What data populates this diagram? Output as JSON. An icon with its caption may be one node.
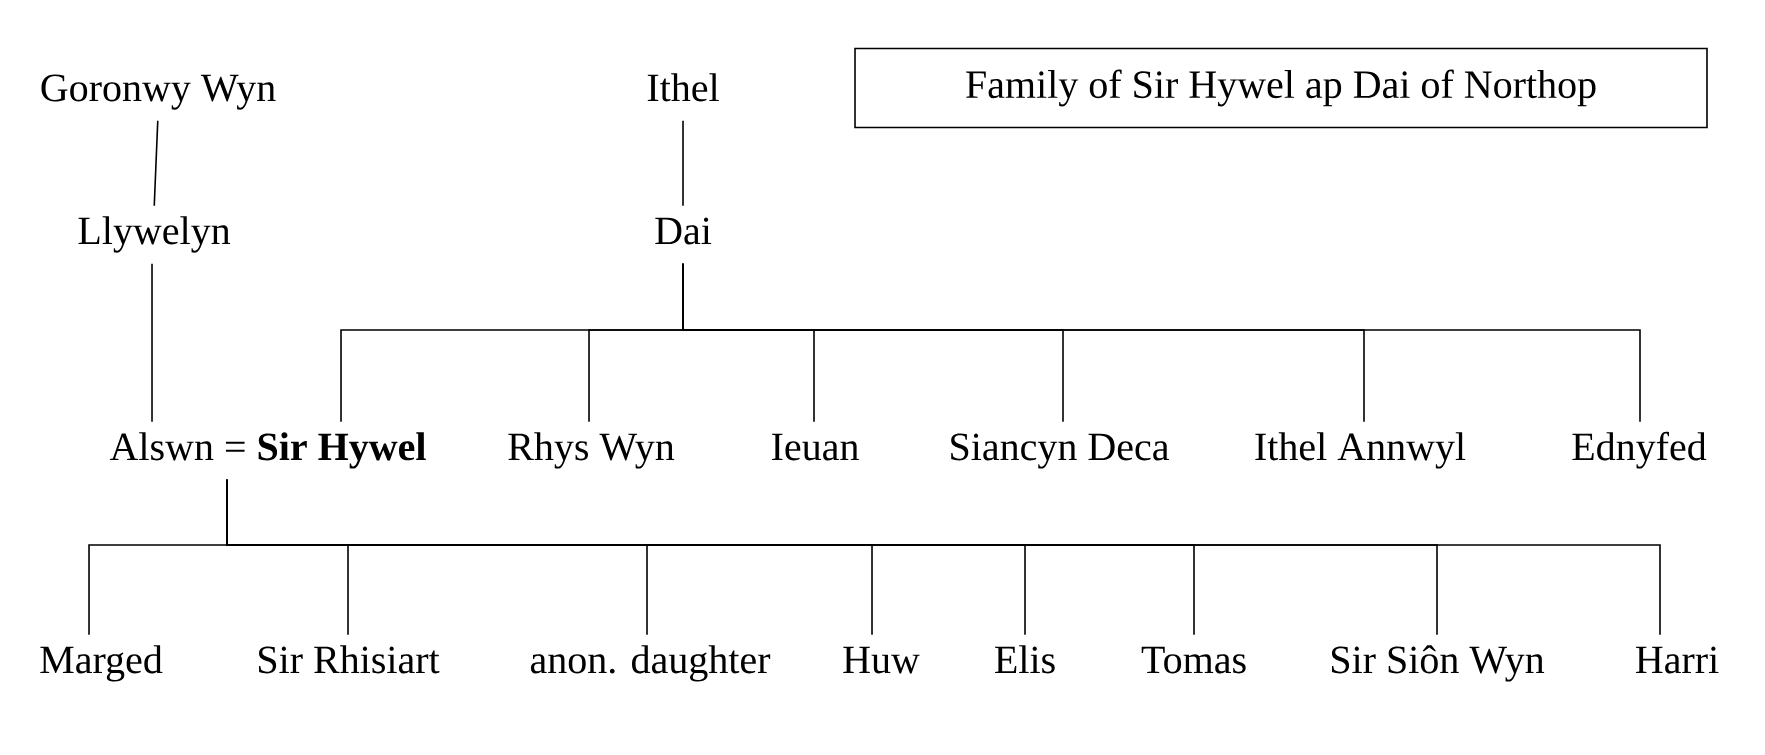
{
  "diagram": {
    "title": "Family of Sir Hywel ap Dai of Northop",
    "nodes": [
      {
        "text": [
          "Goronwy Wyn"
        ]
      },
      {
        "text": [
          "Ithel"
        ]
      },
      {
        "text": [
          "Llywelyn"
        ]
      },
      {
        "text": [
          "Dai"
        ]
      },
      {
        "text": [
          "Alswn = **Sir Hywel**"
        ]
      },
      {
        "text": [
          "Rhys Wyn"
        ]
      },
      {
        "text": [
          "Ieuan"
        ]
      },
      {
        "text": [
          "Siancyn Deca"
        ]
      },
      {
        "text": [
          "Ithel Annwyl"
        ]
      },
      {
        "text": [
          "Ednyfed"
        ]
      },
      {
        "text": [
          "Marged"
        ]
      },
      {
        "text": [
          "Sir Rhisiart"
        ]
      },
      {
        "text": [
          "anon. daughter"
        ]
      },
      {
        "text": [
          "Huw"
        ]
      },
      {
        "text": [
          "Elis"
        ]
      },
      {
        "text": [
          "Tomas"
        ]
      },
      {
        "text": [
          "Sir Siôn Wyn"
        ]
      },
      {
        "text": [
          "Harri"
        ]
      }
    ],
    "edges": [
      {
        "from": 0,
        "to": 2,
        "arrow": "none"
      },
      {
        "from": 1,
        "to": 3,
        "arrow": "none"
      },
      {
        "from": 2,
        "to": 4,
        "arrow": "none"
      },
      {
        "from": 3,
        "to": 4,
        "arrow": "none"
      },
      {
        "from": 3,
        "to": 5,
        "arrow": "none"
      },
      {
        "from": 3,
        "to": 6,
        "arrow": "none"
      },
      {
        "from": 3,
        "to": 7,
        "arrow": "none"
      },
      {
        "from": 3,
        "to": 8,
        "arrow": "none"
      },
      {
        "from": 3,
        "to": 9,
        "arrow": "none"
      },
      {
        "from": 4,
        "to": 10,
        "arrow": "none"
      },
      {
        "from": 4,
        "to": 11,
        "arrow": "none"
      },
      {
        "from": 4,
        "to": 12,
        "arrow": "none"
      },
      {
        "from": 4,
        "to": 13,
        "arrow": "none"
      },
      {
        "from": 4,
        "to": 14,
        "arrow": "none"
      },
      {
        "from": 4,
        "to": 15,
        "arrow": "none"
      },
      {
        "from": 4,
        "to": 16,
        "arrow": "none"
      },
      {
        "from": 4,
        "to": 17,
        "arrow": "none"
      }
    ]
  }
}
